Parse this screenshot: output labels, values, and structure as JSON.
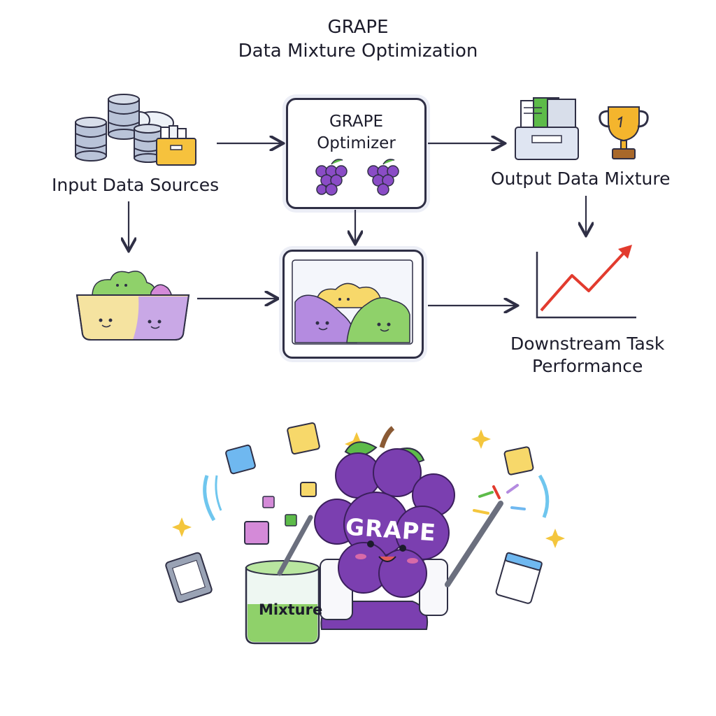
{
  "title": {
    "line1": "GRAPE",
    "line2": "Data Mixture Optimization"
  },
  "nodes": {
    "input": {
      "label": "Input Data Sources"
    },
    "optimizer": {
      "line1": "GRAPE",
      "line2": "Optimizer"
    },
    "output": {
      "label": "Output Data Mixture"
    },
    "performance": {
      "line1": "Downstream Task",
      "line2": "Performance"
    }
  },
  "mascot": {
    "name": "GRAPE",
    "beaker_label": "Mixture"
  },
  "icons": [
    "database-icon",
    "folder-icon",
    "grape-icon",
    "trophy-icon",
    "chart-icon",
    "beaker-icon",
    "tablet-icon"
  ],
  "colors": {
    "grape": "#7b3fb0",
    "arrow": "#2f2f45",
    "green": "#8fd16a",
    "yellow": "#f7d86a",
    "purple": "#b48be0",
    "trend": "#e23b2e"
  }
}
